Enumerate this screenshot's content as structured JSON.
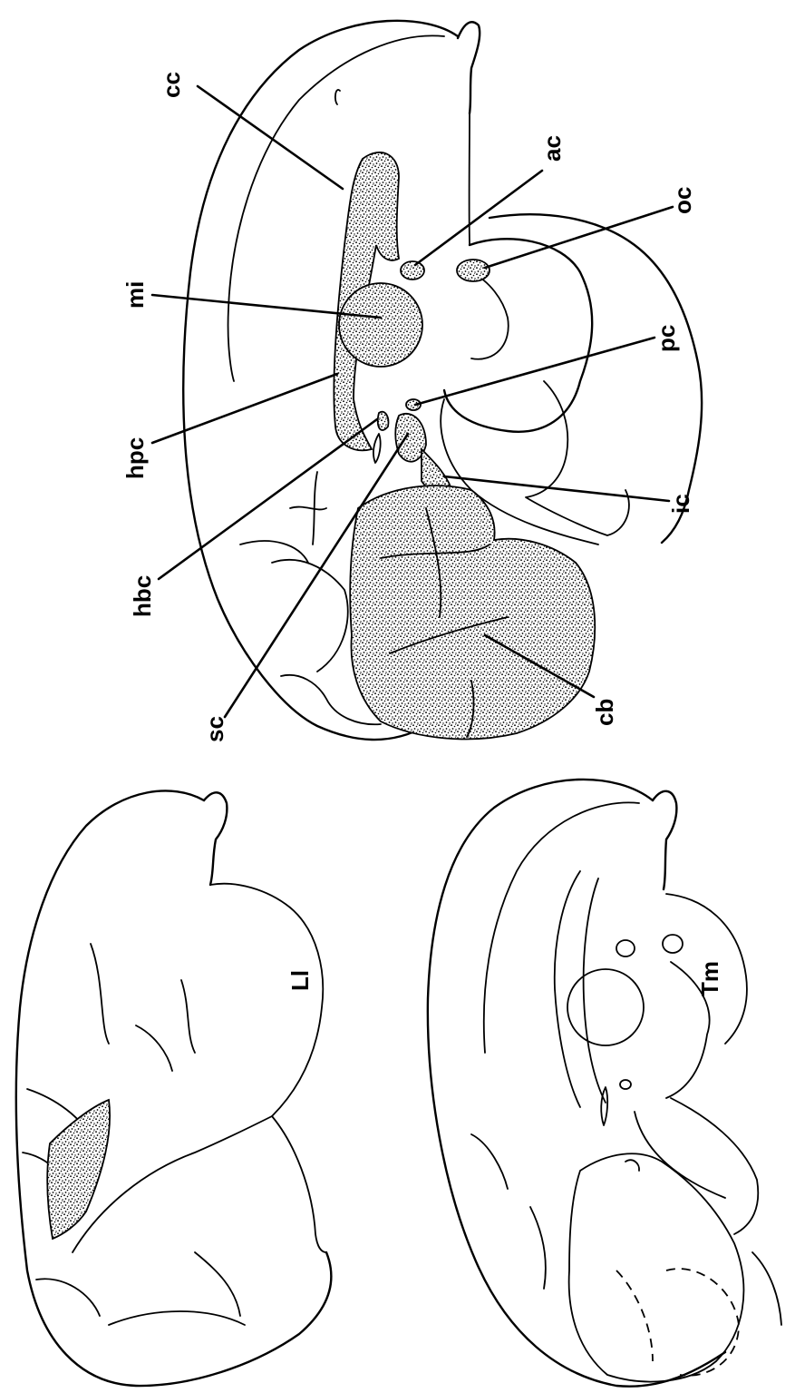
{
  "labels": {
    "cc": "cc",
    "ac": "ac",
    "oc": "oc",
    "mi": "mi",
    "pc": "pc",
    "hpc": "hpc",
    "hbc": "hbc",
    "ic": "ic",
    "sc": "sc",
    "cb": "cb",
    "ll": "Ll",
    "tm": "Tm"
  }
}
